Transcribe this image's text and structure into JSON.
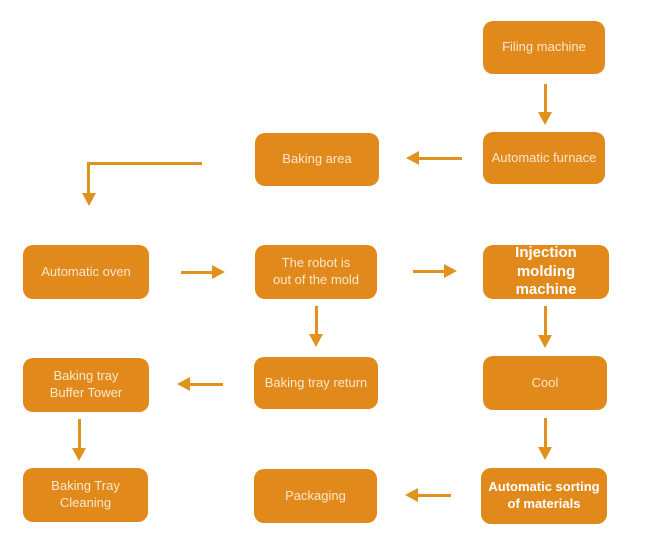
{
  "diagram": {
    "type": "flowchart",
    "background": "#FFFFFF",
    "colors": {
      "box_fill": "#E2891C",
      "arrow": "#E0921F",
      "label_text": "#F6E8CD",
      "label_text_bold": "#FFFFFF"
    },
    "nodes": {
      "filing_machine": {
        "label": "Filing machine"
      },
      "automatic_furnace": {
        "label": "Automatic furnace"
      },
      "baking_area": {
        "label": "Baking area"
      },
      "automatic_oven": {
        "label": "Automatic oven"
      },
      "robot_out_of_mold": {
        "label": "The robot is\nout of the mold"
      },
      "injection_molding_machine": {
        "label": "Injection molding\nmachine",
        "bold": true
      },
      "baking_tray_buffer_tower": {
        "label": "Baking tray\nBuffer Tower"
      },
      "baking_tray_return": {
        "label": "Baking tray return"
      },
      "cool": {
        "label": "Cool"
      },
      "baking_tray_cleaning": {
        "label": "Baking Tray\nCleaning"
      },
      "packaging": {
        "label": "Packaging"
      },
      "automatic_sorting": {
        "label": "Automatic sorting\nof materials",
        "bold": true
      }
    },
    "edges": [
      {
        "from": "filing_machine",
        "to": "automatic_furnace"
      },
      {
        "from": "automatic_furnace",
        "to": "baking_area"
      },
      {
        "from": "baking_area",
        "to": "automatic_oven"
      },
      {
        "from": "automatic_oven",
        "to": "robot_out_of_mold"
      },
      {
        "from": "robot_out_of_mold",
        "to": "injection_molding_machine"
      },
      {
        "from": "injection_molding_machine",
        "to": "cool"
      },
      {
        "from": "cool",
        "to": "automatic_sorting"
      },
      {
        "from": "automatic_sorting",
        "to": "packaging"
      },
      {
        "from": "robot_out_of_mold",
        "to": "baking_tray_return"
      },
      {
        "from": "baking_tray_return",
        "to": "baking_tray_buffer_tower"
      },
      {
        "from": "baking_tray_buffer_tower",
        "to": "baking_tray_cleaning"
      }
    ]
  }
}
